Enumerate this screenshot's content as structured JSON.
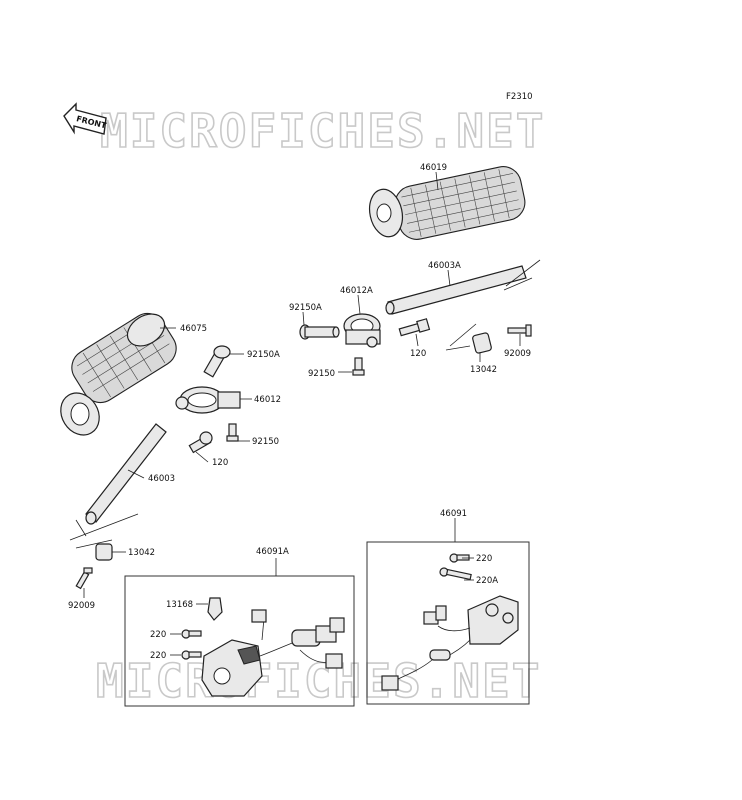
{
  "figure_code": "F2310",
  "front_label": "FRONT",
  "watermarks": [
    "MICROFICHES.NET",
    "MICROFICHES.NET"
  ],
  "parts": {
    "p46019": "46019",
    "p46003A": "46003A",
    "p46012A": "46012A",
    "p92150A_top": "92150A",
    "p120_top": "120",
    "p92150_top": "92150",
    "p13042_top": "13042",
    "p92009_top": "92009",
    "p46075": "46075",
    "p92150A_left": "92150A",
    "p46012": "46012",
    "p92150_left": "92150",
    "p120_left": "120",
    "p46003": "46003",
    "p13042_left": "13042",
    "p92009_left": "92009",
    "p46091A": "46091A",
    "p13168": "13168",
    "p220_a": "220",
    "p220_b": "220",
    "p46091": "46091",
    "p220_c": "220",
    "p220A": "220A"
  }
}
